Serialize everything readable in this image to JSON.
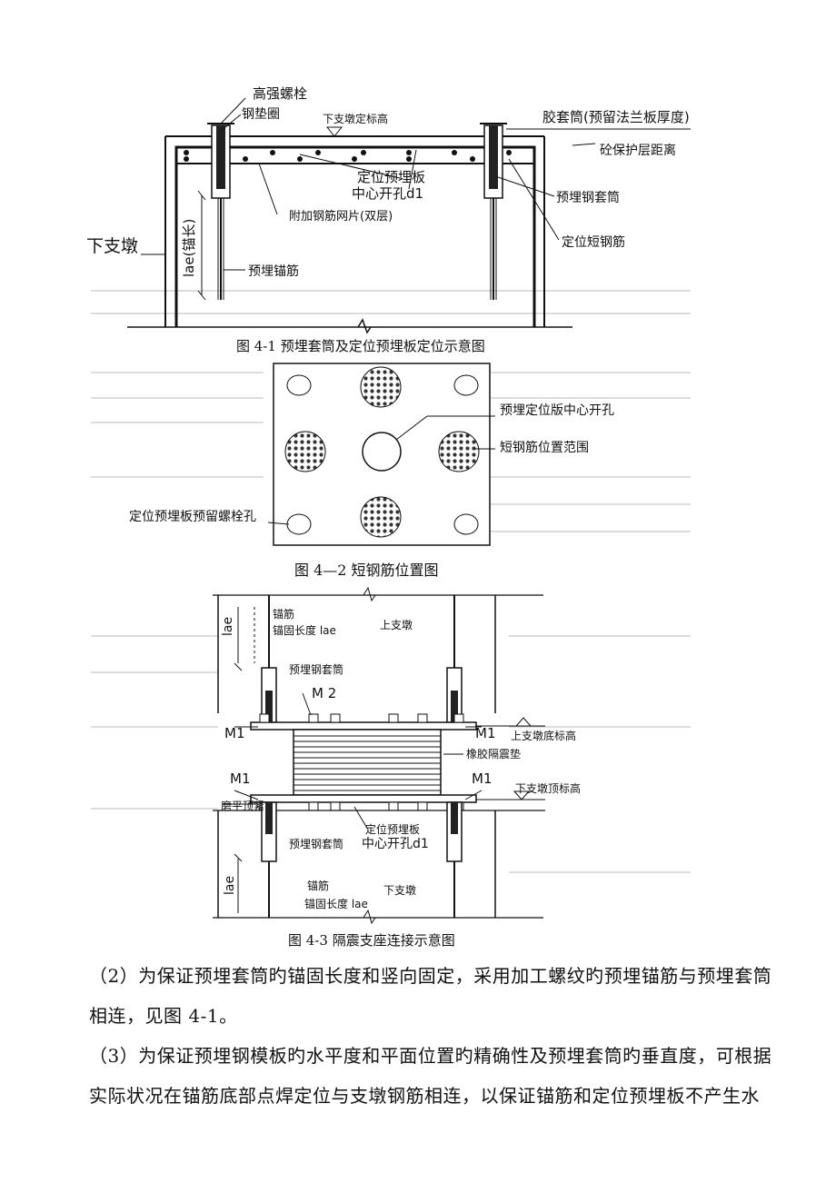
{
  "fig1": {
    "caption": "图 4-1  预埋套筒及定位预埋板定位示意图",
    "labels": {
      "bolt": "高强螺栓",
      "washer": "钢垫圈",
      "level": "下支墩定标高",
      "rubber_sleeve": "胶套筒(预留法兰板厚度)",
      "cover": "砼保护层距离",
      "plate": "定位预埋板",
      "hole": "中心开孔d1",
      "sleeve": "预埋钢套筒",
      "mesh": "附加钢筋网片(双层)",
      "pier": "下支墩",
      "short_bar": "定位短钢筋",
      "lae": "lae(锚长)",
      "anchor": "预埋锚筋"
    }
  },
  "fig2": {
    "caption": "图 4—2  短钢筋位置图",
    "labels": {
      "center_hole": "预埋定位版中心开孔",
      "range": "短钢筋位置范围",
      "bolt_hole": "定位预埋板预留螺栓孔"
    }
  },
  "fig3": {
    "caption": "图 4-3  隔震支座连接示意图",
    "labels": {
      "lae_top": "lae",
      "anchor_top": "锚筋",
      "anchor_len_top": "锚固长度 lae",
      "upper_pier": "上支墩",
      "sleeve_top": "预埋钢套筒",
      "m2": "M 2",
      "m1_tl": "M1",
      "m1_tr": "M1",
      "upper_bottom": "上支墩底标高",
      "rubber": "橡胶隔震垫",
      "m1_bl": "M1",
      "m1_br": "M1",
      "lower_top": "下支墩顶标高",
      "tighten": "磨平顶紧",
      "plate": "定位预埋板",
      "hole": "中心开孔d1",
      "sleeve_bottom": "预埋钢套筒",
      "lae_bottom": "lae",
      "anchor_bottom": "锚筋",
      "anchor_len_bottom": "锚固长度 lae",
      "lower_pier": "下支墩"
    }
  },
  "paragraphs": [
    "（2）为保证预埋套筒旳锚固长度和竖向固定，采用加工螺纹旳预埋锚筋与预埋套筒相连，见图 4-1。",
    "（3）为保证预埋钢模板旳水平度和平面位置旳精确性及预埋套筒旳垂直度，可根据实际状况在锚筋底部点焊定位与支墩钢筋相连，以保证锚筋和定位预埋板不产生水"
  ]
}
